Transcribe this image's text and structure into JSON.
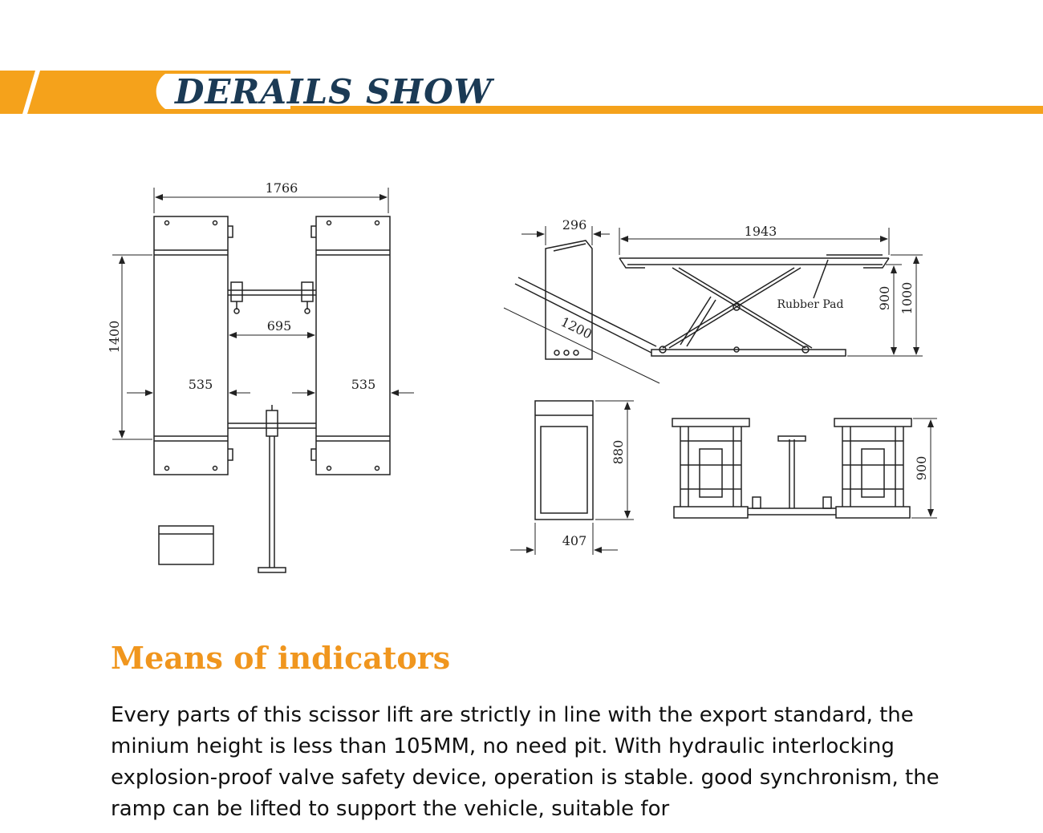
{
  "header": {
    "title": "DERAILS SHOW",
    "accent_color": "#f5a21b",
    "title_color": "#1b3a55"
  },
  "drawing": {
    "top_view": {
      "overall_width": "1766",
      "overall_length": "1400",
      "inner_gap": "695",
      "platform_width_left": "535",
      "platform_width_right": "535"
    },
    "side_view": {
      "console_depth": "296",
      "platform_length": "1943",
      "ramp_length": "1200",
      "lift_height": "900",
      "max_height": "1000",
      "rubber_pad_label": "Rubber Pad"
    },
    "console_view": {
      "height": "880",
      "width": "407"
    },
    "front_view": {
      "height": "900"
    }
  },
  "indicators": {
    "heading": "Means of indicators",
    "heading_color": "#f0961e",
    "paragraph": "Every parts of this scissor lift are strictly in line with the export standard, the minium height is less than 105MM, no need pit. With hydraulic interlocking explosion-proof valve safety device, operation is stable. good synchronism, the ramp can be lifted to support the vehicle, suitable for"
  }
}
